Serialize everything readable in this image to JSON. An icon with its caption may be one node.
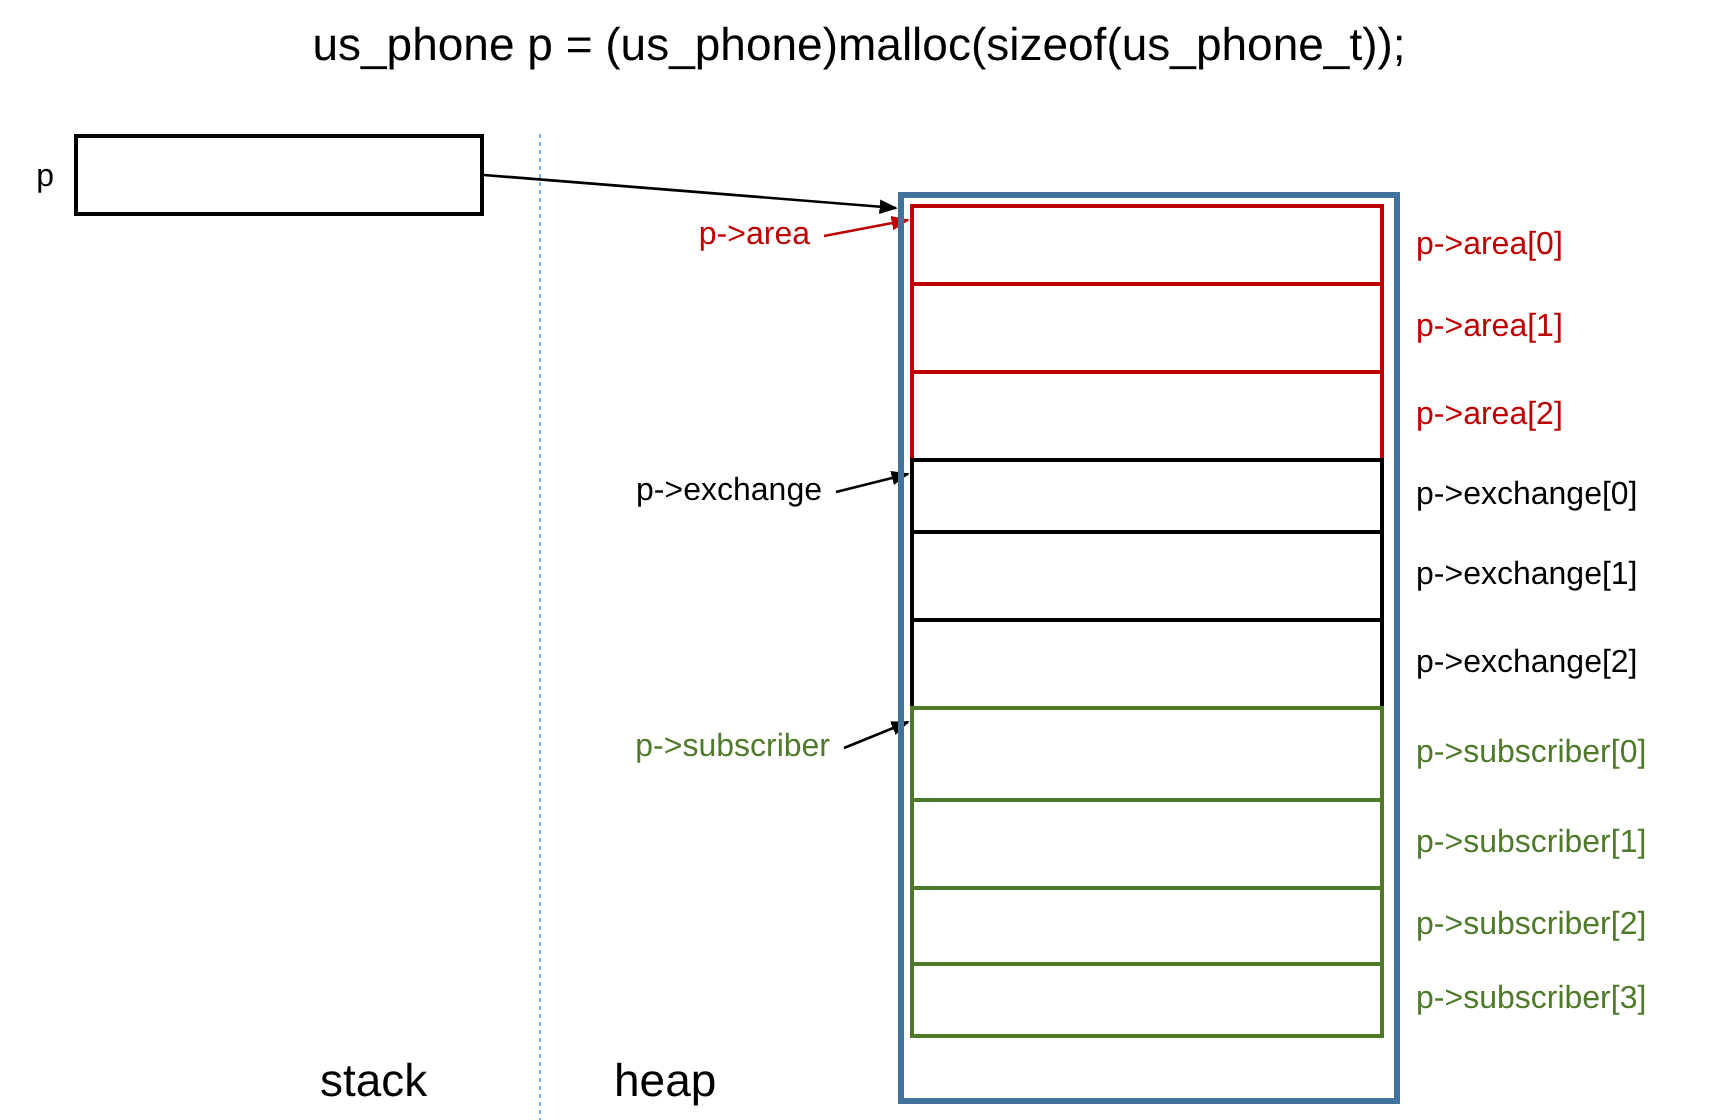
{
  "diagram": {
    "title": "us_phone p = (us_phone)malloc(sizeof(us_phone_t));",
    "nodes": [
      {
        "text": [
          "p"
        ]
      },
      {
        "text": [],
        "shape": "box"
      },
      {
        "text": [],
        "shape": "box",
        "in": 1,
        "beside": [
          "p->area[0]"
        ]
      },
      {
        "text": [],
        "shape": "box",
        "in": 1,
        "beside": [
          "p->area[1]"
        ]
      },
      {
        "text": [],
        "shape": "box",
        "in": 1,
        "beside": [
          "p->area[2]"
        ]
      },
      {
        "text": [],
        "shape": "box",
        "in": 1,
        "beside": [
          "p->exchange[0]"
        ]
      },
      {
        "text": [],
        "shape": "box",
        "in": 1,
        "beside": [
          "p->exchange[1]"
        ]
      },
      {
        "text": [],
        "shape": "box",
        "in": 1,
        "beside": [
          "p->exchange[2]"
        ]
      },
      {
        "text": [],
        "shape": "box",
        "in": 1,
        "beside": [
          "p->subscriber[0]"
        ]
      },
      {
        "text": [],
        "shape": "box",
        "in": 1,
        "beside": [
          "p->subscriber[1]"
        ]
      },
      {
        "text": [],
        "shape": "box",
        "in": 1,
        "beside": [
          "p->subscriber[2]"
        ]
      },
      {
        "text": [],
        "shape": "box",
        "in": 1,
        "beside": [
          "p->subscriber[3]"
        ]
      },
      {
        "text": [
          "p->area"
        ]
      },
      {
        "text": [
          "p->exchange"
        ]
      },
      {
        "text": [
          "p->subscriber"
        ]
      }
    ],
    "edges": [
      {
        "from": 0,
        "to": 1,
        "arrow": "to"
      },
      {
        "from": 12,
        "to": 2,
        "arrow": "to",
        "color": "#c00000"
      },
      {
        "from": 13,
        "to": 5,
        "arrow": "to"
      },
      {
        "from": 14,
        "to": 8,
        "arrow": "to"
      }
    ],
    "labels": [
      "stack",
      "heap"
    ]
  }
}
